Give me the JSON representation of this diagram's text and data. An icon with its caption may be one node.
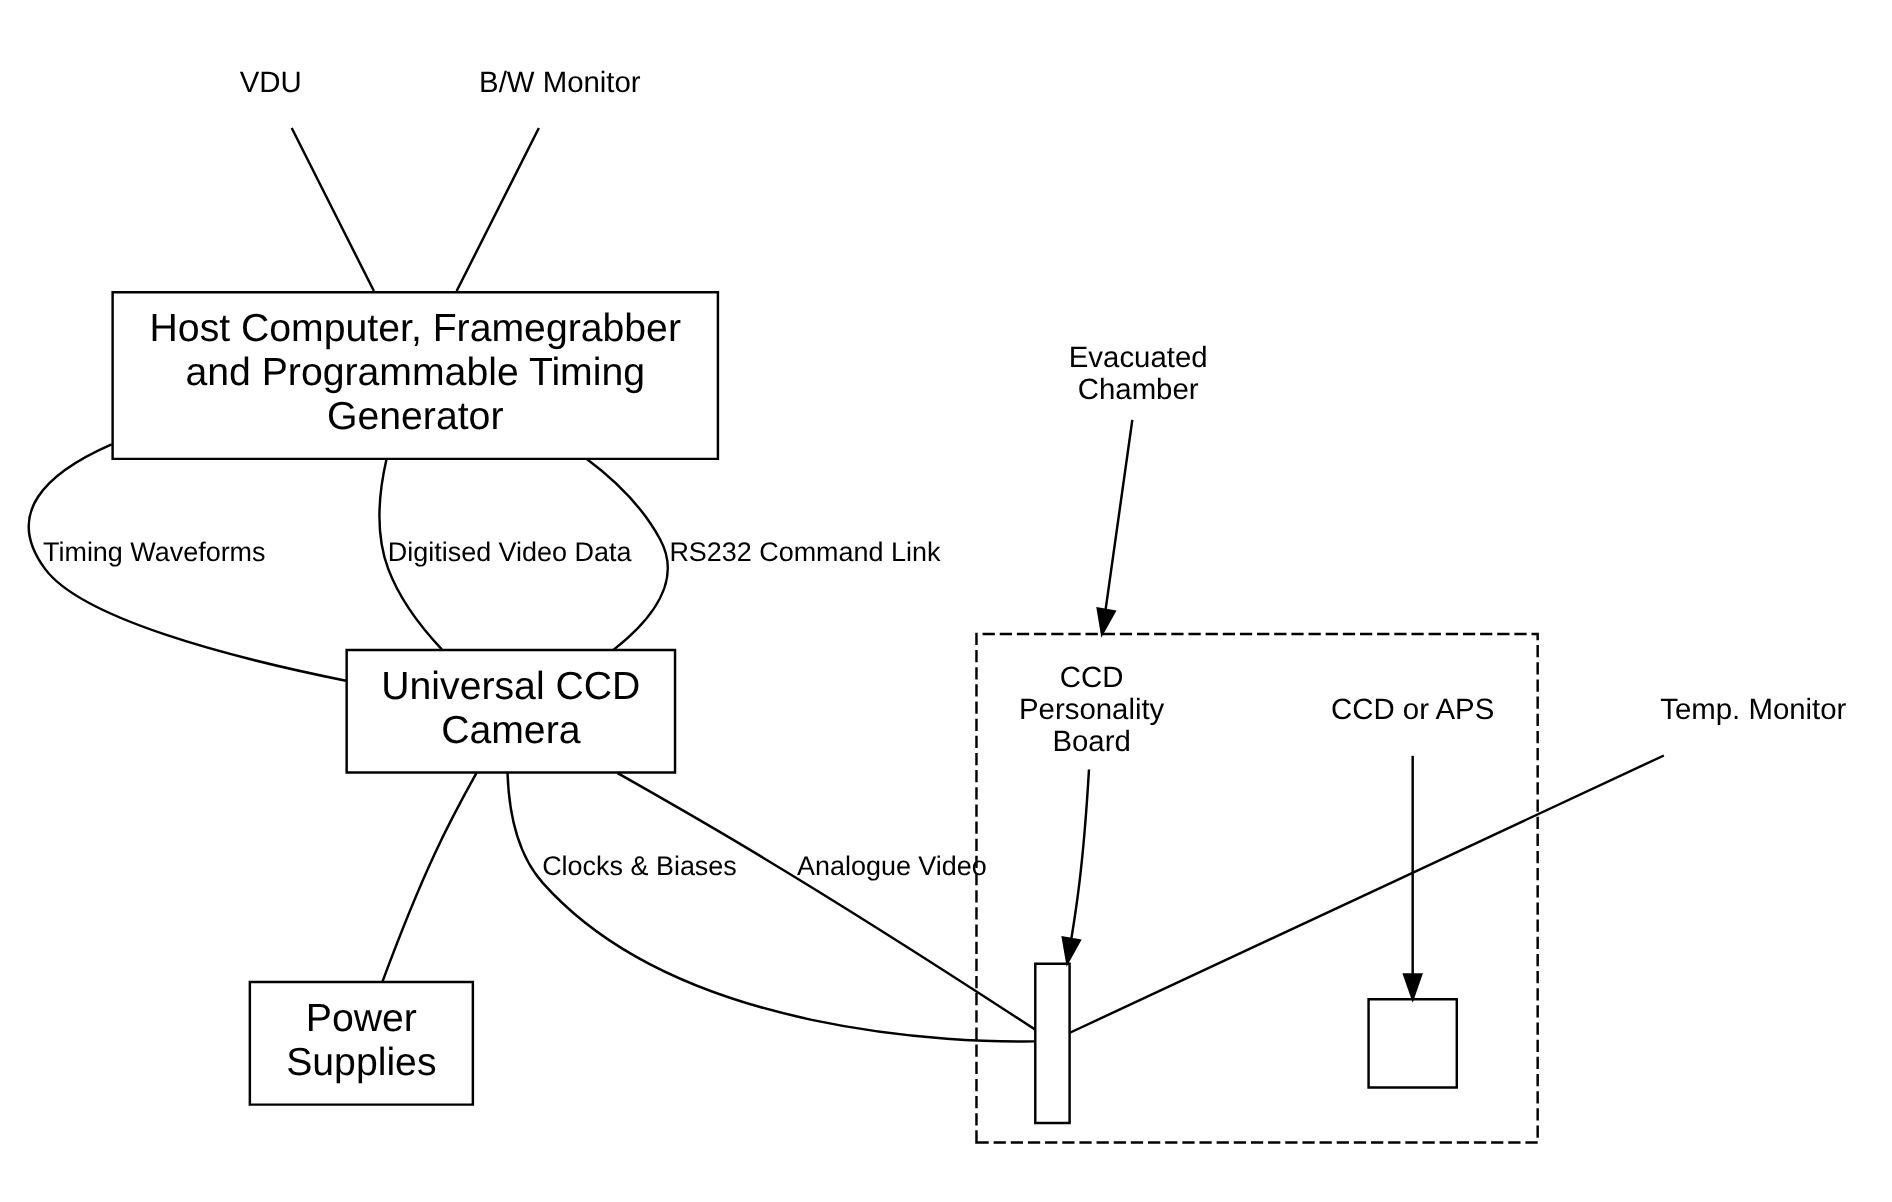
{
  "diagram": {
    "nodes": [
      {
        "text": [
          "VDU"
        ]
      },
      {
        "text": [
          "B/W Monitor"
        ]
      },
      {
        "text": [
          "Host Computer, Framegrabber and Programmable Timing Generator"
        ]
      },
      {
        "text": [
          "Universal CCD Camera"
        ]
      },
      {
        "text": [],
        "shape": "box"
      },
      {
        "text": [
          "CCD Personality Board"
        ],
        "in": 4
      },
      {
        "text": [],
        "shape": "bar",
        "in": 4
      },
      {
        "text": [],
        "shape": "box",
        "in": 4
      },
      {
        "text": [
          "CCD or APS"
        ],
        "in": 4
      },
      {
        "text": [
          "Temp. Monitor"
        ]
      },
      {
        "text": [
          "Evacuated Chamber"
        ]
      },
      {
        "text": [
          "Power Supplies"
        ]
      }
    ],
    "edges": [
      {
        "from": 0,
        "to": 2,
        "arrow": "none"
      },
      {
        "from": 1,
        "to": 2,
        "arrow": "none"
      },
      {
        "from": 2,
        "to": 3,
        "arrow": "none",
        "label": "RS232 Command Link"
      },
      {
        "from": 2,
        "to": 3,
        "arrow": "none",
        "label": "Timing Waveforms"
      },
      {
        "from": 3,
        "to": 6,
        "arrow": "none",
        "label": "Clocks & Biases"
      },
      {
        "from": 3,
        "to": 6,
        "arrow": "none",
        "label": "Analogue Video"
      },
      {
        "from": 5,
        "to": 6,
        "arrow": "to"
      },
      {
        "from": 8,
        "to": 7,
        "arrow": "to"
      },
      {
        "from": 9,
        "to": 6,
        "arrow": "none"
      },
      {
        "from": 10,
        "to": 4,
        "arrow": "to"
      },
      {
        "from": 3,
        "to": 11,
        "arrow": "none"
      },
      {
        "from": 3,
        "to": 2,
        "arrow": "none",
        "label": "Digitised Video Data"
      }
    ]
  }
}
